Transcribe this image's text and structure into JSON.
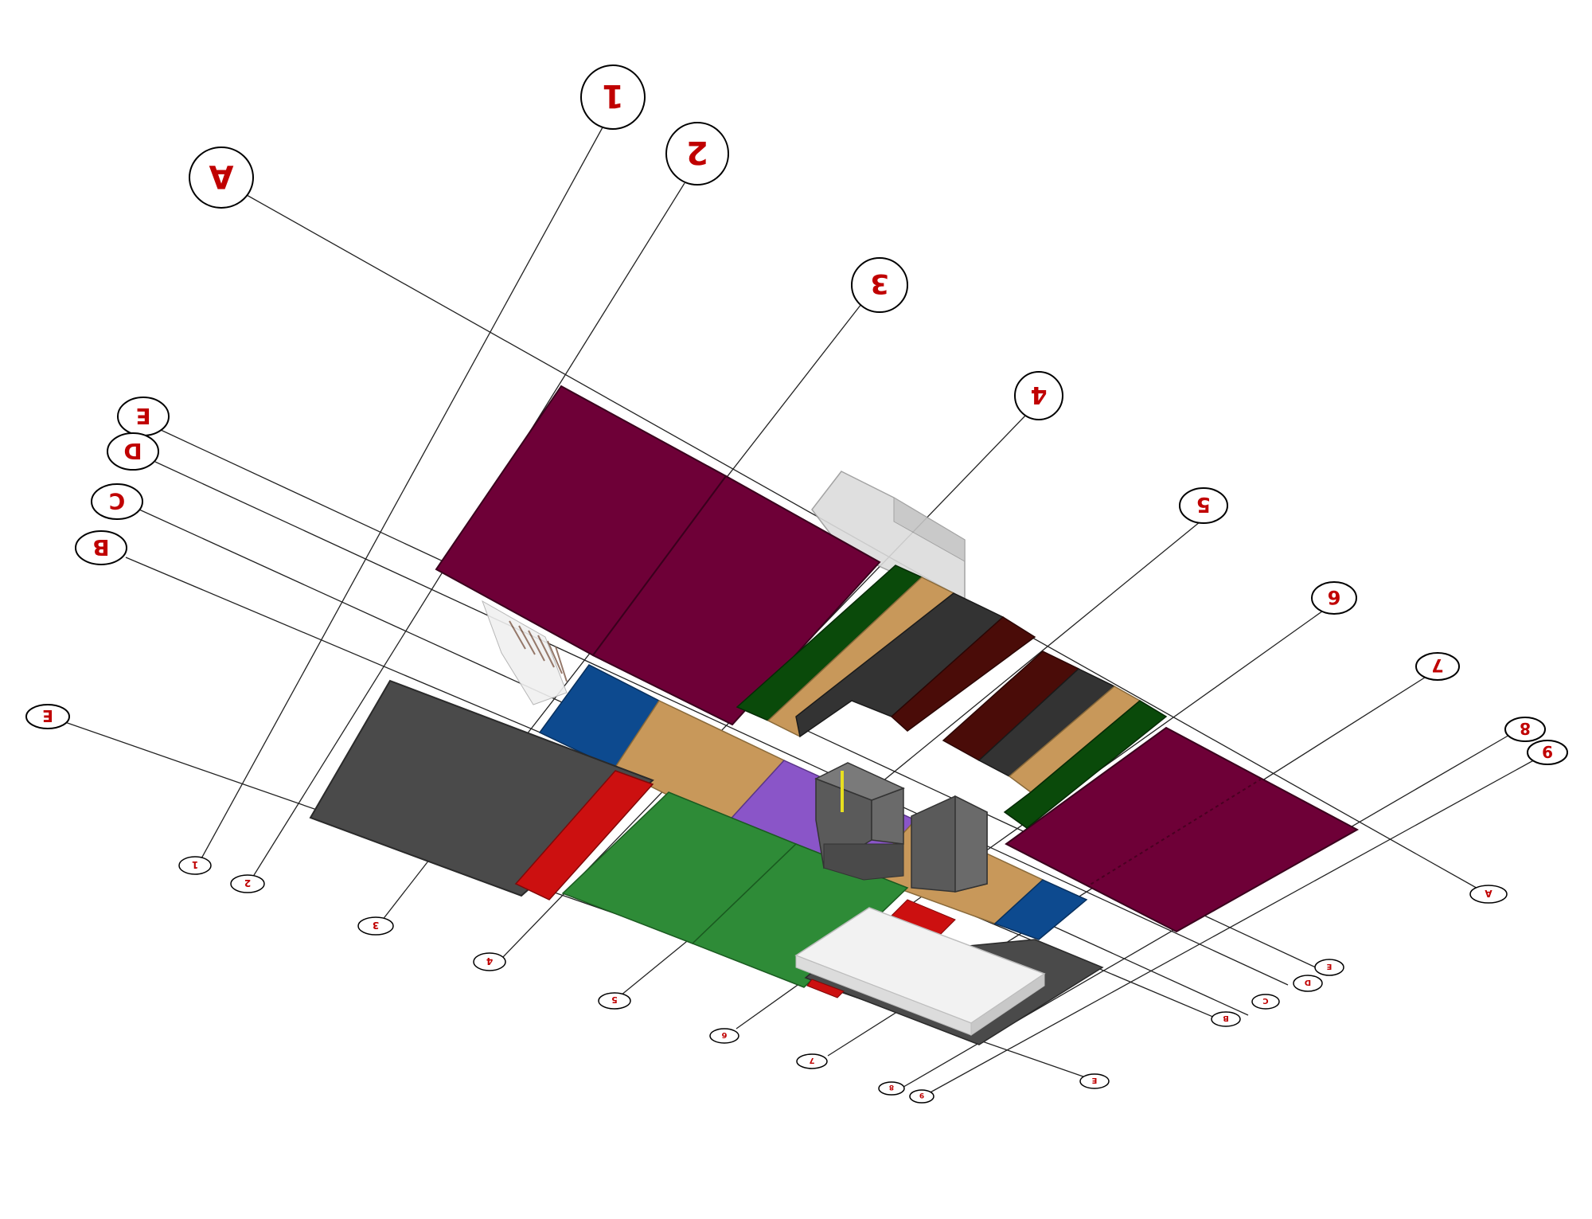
{
  "grid_bubbles": {
    "top_numbers": [
      "1",
      "2",
      "3",
      "4",
      "5",
      "6",
      "7",
      "8",
      "9"
    ],
    "top_letters": [
      "A",
      "B",
      "C",
      "D",
      "E"
    ],
    "bottom_numbers": [
      "1",
      "2",
      "3",
      "4",
      "5",
      "6",
      "7",
      "8",
      "9"
    ],
    "bottom_letters": [
      "A",
      "B",
      "C",
      "D",
      "E"
    ]
  },
  "colors": {
    "roof_magenta": "#6e0037",
    "dark_gray": "#4a4a4a",
    "charcoal": "#333333",
    "blue": "#0d4a8f",
    "tan": "#c8985a",
    "purple": "#8a55c8",
    "green": "#2e8b37",
    "dark_green": "#0a4a0a",
    "maroon": "#4a0c08",
    "red": "#cc1010",
    "label_red": "#c00000"
  }
}
